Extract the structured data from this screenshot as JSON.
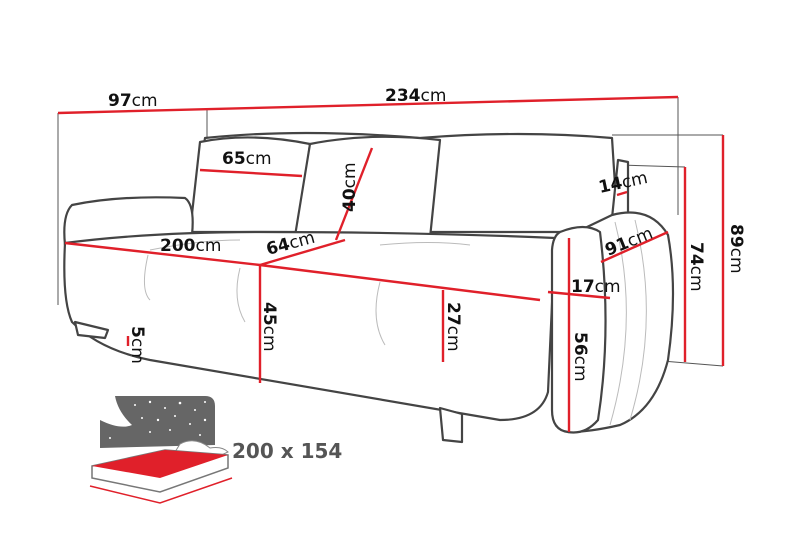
{
  "accent_color": "#e0202a",
  "outline_color": "#444444",
  "dimensions": {
    "depth_total": {
      "value": "97",
      "unit": "cm"
    },
    "width_total": {
      "value": "234",
      "unit": "cm"
    },
    "cushion_width": {
      "value": "65",
      "unit": "cm"
    },
    "cushion_height": {
      "value": "40",
      "unit": "cm"
    },
    "seat_width": {
      "value": "200",
      "unit": "cm"
    },
    "seat_depth": {
      "value": "64",
      "unit": "cm"
    },
    "seat_height": {
      "value": "45",
      "unit": "cm"
    },
    "seat_thickness": {
      "value": "27",
      "unit": "cm"
    },
    "leg_height": {
      "value": "5",
      "unit": "cm"
    },
    "backrest_thickness": {
      "value": "14",
      "unit": "cm"
    },
    "armrest_depth": {
      "value": "91",
      "unit": "cm"
    },
    "armrest_width": {
      "value": "17",
      "unit": "cm"
    },
    "armrest_height": {
      "value": "56",
      "unit": "cm"
    },
    "backrest_height": {
      "value": "74",
      "unit": "cm"
    },
    "total_height": {
      "value": "89",
      "unit": "cm"
    }
  },
  "sleeping_area": {
    "label": "200 x 154",
    "icon": "bed-icon"
  }
}
